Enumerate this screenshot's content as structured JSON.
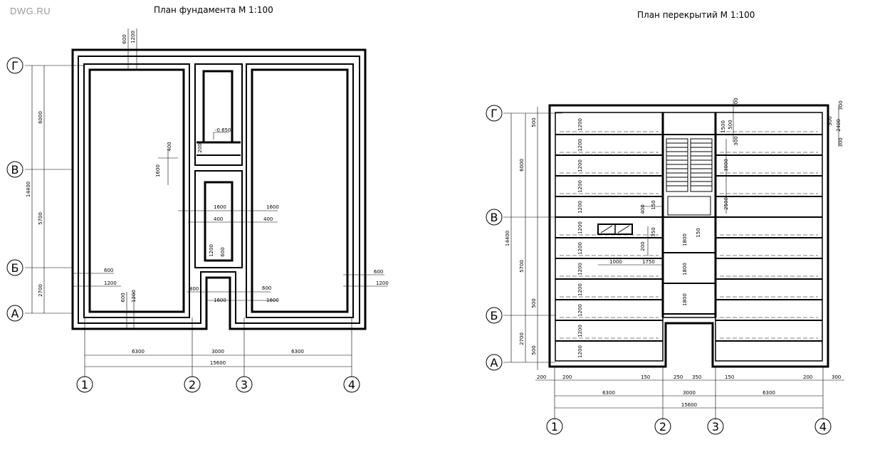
{
  "watermark": "DWG.RU",
  "plan1": {
    "title": "План фундамента М 1:100",
    "axes_letters": [
      "Г",
      "В",
      "Б",
      "А"
    ],
    "axes_numbers": [
      "1",
      "2",
      "3",
      "4"
    ],
    "dims": {
      "d6300a": "6300",
      "d3000": "3000",
      "d6300b": "6300",
      "d15600": "15600",
      "d14400": "14400",
      "d6000": "6000",
      "d5700": "5700",
      "d2700": "2700",
      "top600": "600",
      "top1200": "1200",
      "l600": "600",
      "l1200": "1200",
      "r600": "600",
      "r1200": "1200",
      "b600": "600",
      "b1200": "1200",
      "c1600a": "1600",
      "c1600b": "1600",
      "c400a": "400",
      "c400b": "400",
      "v400": "400",
      "v1600": "1600",
      "elev": "-0.650",
      "s200": "200",
      "s1200": "1200",
      "s600": "600",
      "n800": "800",
      "n600": "600",
      "n1600a": "1600",
      "n1600b": "1600"
    }
  },
  "plan2": {
    "title": "План перекрытий М 1:100",
    "axes_letters": [
      "Г",
      "В",
      "Б",
      "А"
    ],
    "axes_numbers": [
      "1",
      "2",
      "3",
      "4"
    ],
    "dims": {
      "d6300a": "6300",
      "d3000": "3000",
      "d6300b": "6300",
      "d15600": "15600",
      "d14400": "14400",
      "d6000": "6000",
      "d5700": "5700",
      "d2700": "2700",
      "s500a": "500",
      "s500b": "500",
      "s500c": "500",
      "slab": "1200",
      "b200a": "200",
      "b200b": "200",
      "b150a": "150",
      "b250": "250",
      "b350": "350",
      "b150b": "150",
      "b200c": "200",
      "b300": "300",
      "r300a": "300",
      "r300b": "300",
      "r2400": "2400",
      "r500": "500",
      "c1500": "1500",
      "c500": "500",
      "c300": "300",
      "c3000": "3000",
      "c2500": "2500",
      "w400": "400",
      "w150": "150",
      "w350": "350",
      "w200": "200",
      "w1000": "1000",
      "w1750": "1750",
      "w1800": "1800",
      "w150b": "150"
    }
  }
}
